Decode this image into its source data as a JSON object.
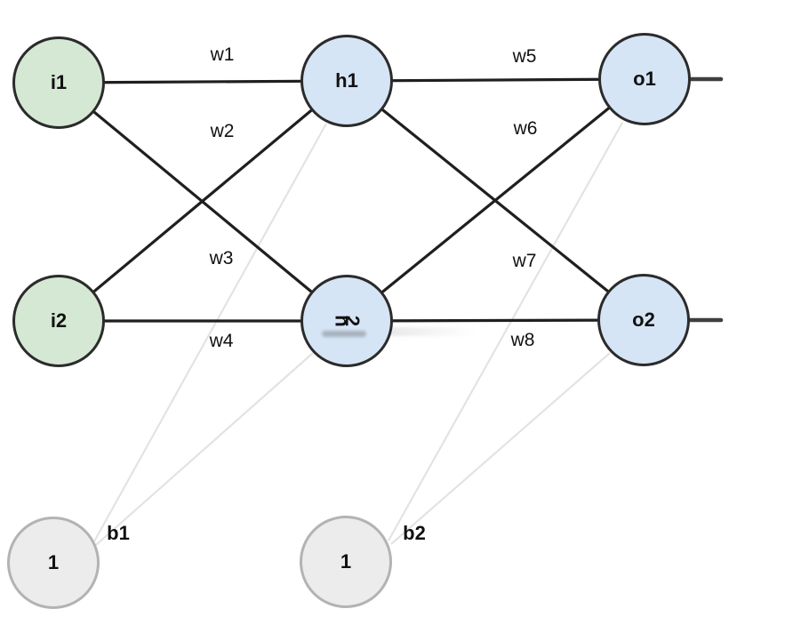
{
  "diagram": {
    "type": "feedforward-neural-network",
    "nodes": {
      "i1": {
        "label": "i1",
        "layer": "input"
      },
      "i2": {
        "label": "i2",
        "layer": "input"
      },
      "h1": {
        "label": "h1",
        "layer": "hidden"
      },
      "h2": {
        "label": "h2",
        "layer": "hidden",
        "glitched_rendering": true
      },
      "o1": {
        "label": "o1",
        "layer": "output"
      },
      "o2": {
        "label": "o2",
        "layer": "output"
      },
      "b1": {
        "label": "1",
        "layer": "bias",
        "bias_for": "hidden"
      },
      "b2": {
        "label": "1",
        "layer": "bias",
        "bias_for": "output"
      }
    },
    "weights": {
      "w1": {
        "label": "w1",
        "from": "i1",
        "to": "h1"
      },
      "w2": {
        "label": "w2",
        "from": "i2",
        "to": "h1"
      },
      "w3": {
        "label": "w3",
        "from": "i1",
        "to": "h2"
      },
      "w4": {
        "label": "w4",
        "from": "i2",
        "to": "h2"
      },
      "w5": {
        "label": "w5",
        "from": "h1",
        "to": "o1"
      },
      "w6": {
        "label": "w6",
        "from": "h2",
        "to": "o1"
      },
      "w7": {
        "label": "w7",
        "from": "h1",
        "to": "o2"
      },
      "w8": {
        "label": "w8",
        "from": "h2",
        "to": "o2"
      }
    },
    "bias_labels": {
      "b1": {
        "label": "b1",
        "connects": [
          "h1",
          "h2"
        ]
      },
      "b2": {
        "label": "b2",
        "connects": [
          "o1",
          "o2"
        ]
      }
    },
    "colors": {
      "input_fill": "#d5e8d4",
      "hidden_fill": "#d6e5f5",
      "output_fill": "#d6e5f5",
      "bias_fill": "#ececec",
      "node_stroke": "#2b2b2b",
      "bias_stroke": "#b3b3b3",
      "edge_stroke": "#1f1f1f",
      "bias_edge_stroke": "#e3e3e3",
      "label_color": "#111111"
    }
  }
}
